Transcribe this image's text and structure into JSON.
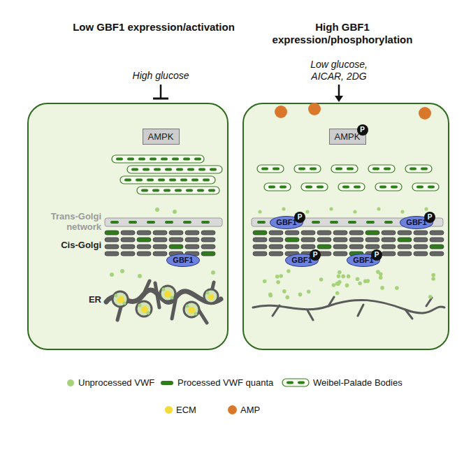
{
  "diagram": {
    "nodes": [
      {
        "text": [
          "Low GBF1 expression/activation",
          "High glucose"
        ]
      },
      {
        "text": [
          "AMPK"
        ],
        "in": 0
      },
      {
        "text": [
          "GBF1"
        ],
        "in": 0
      },
      {
        "text": [
          "High GBF1 expression/phosphorylation",
          "Low glucose, AICAR, 2DG"
        ]
      },
      {
        "text": [
          "AMPK"
        ],
        "in": 3
      },
      {
        "text": [
          "P"
        ],
        "in": 4
      },
      {
        "text": [
          "GBF1"
        ],
        "in": 3
      },
      {
        "text": [
          "P"
        ],
        "in": 6
      },
      {
        "text": [
          "GBF1"
        ],
        "in": 3
      },
      {
        "text": [
          "P"
        ],
        "in": 8
      },
      {
        "text": [
          "GBF1"
        ],
        "in": 3
      },
      {
        "text": [
          "P"
        ],
        "in": 10
      },
      {
        "text": [
          "GBF1"
        ],
        "in": 3
      },
      {
        "text": [
          "P"
        ],
        "in": 12
      }
    ],
    "labels": [
      "Trans-Golgi network",
      "Cis-Golgi",
      "ER"
    ],
    "legend": [
      {
        "text": "Unprocessed VWF",
        "color": "#a6d279"
      },
      {
        "text": "Processed VWF quanta",
        "color": "#2e7d1a"
      },
      {
        "text": "Weibel-Palade Bodies"
      },
      {
        "text": "ECM",
        "color": "#f2dc3a"
      },
      {
        "text": "AMP",
        "color": "#d9782b"
      }
    ]
  }
}
